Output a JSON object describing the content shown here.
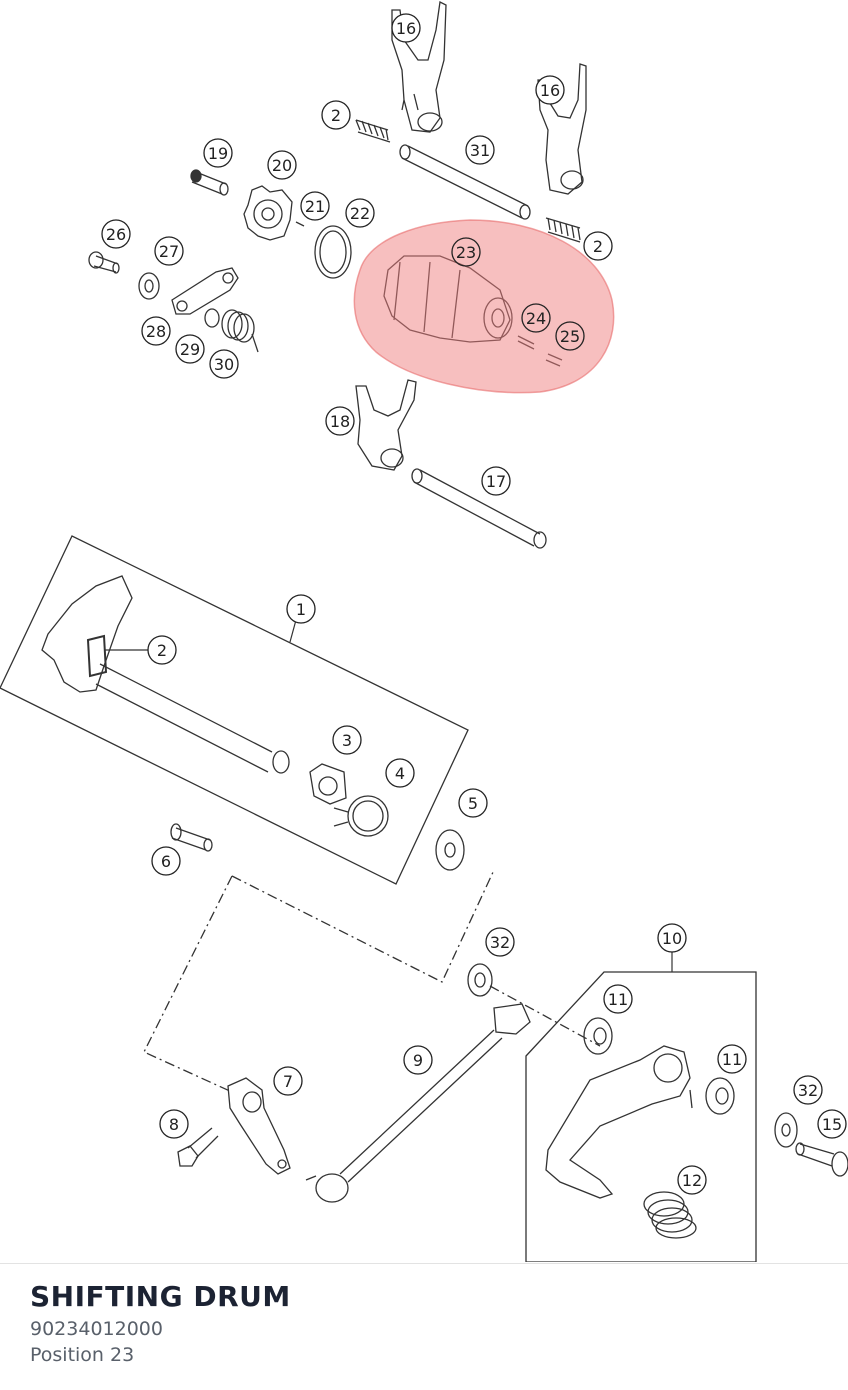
{
  "part": {
    "title": "SHIFTING DRUM",
    "number": "90234012000",
    "position": "Position 23"
  },
  "highlight": {
    "color": "#f08080",
    "target": "23"
  },
  "callouts": {
    "c16a": "16",
    "c16b": "16",
    "c2a": "2",
    "c2b": "2",
    "c2c": "2",
    "c31": "31",
    "c19": "19",
    "c20": "20",
    "c21": "21",
    "c22": "22",
    "c23": "23",
    "c24": "24",
    "c25": "25",
    "c26": "26",
    "c27": "27",
    "c28": "28",
    "c29": "29",
    "c30": "30",
    "c18": "18",
    "c17": "17",
    "c1": "1",
    "c3": "3",
    "c4": "4",
    "c5": "5",
    "c6": "6",
    "c32a": "32",
    "c32b": "32",
    "c10": "10",
    "c11a": "11",
    "c11b": "11",
    "c9": "9",
    "c7": "7",
    "c8": "8",
    "c12": "12",
    "c15": "15"
  }
}
